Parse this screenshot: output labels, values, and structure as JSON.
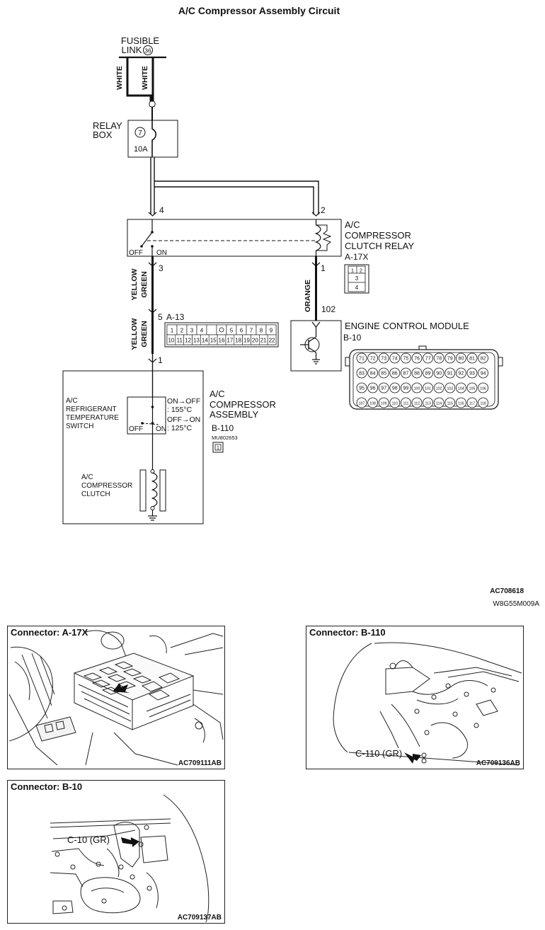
{
  "title": "A/C Compressor Assembly Circuit",
  "fusible_link": {
    "line1": "FUSIBLE",
    "line2": "LINK",
    "number": "36"
  },
  "wires": {
    "white_left": "WHITE",
    "white_right": "WHITE",
    "yellow_green_1a": "YELLOW",
    "yellow_green_1b": "GREEN",
    "yellow_green_2a": "YELLOW",
    "yellow_green_2b": "GREEN",
    "orange": "ORANGE"
  },
  "relay_box": {
    "line1": "RELAY",
    "line2": "BOX",
    "fuse_number": "7",
    "fuse_rating": "10A"
  },
  "relay": {
    "line1": "A/C",
    "line2": "COMPRESSOR",
    "line3": "CLUTCH RELAY",
    "connector": "A-17X",
    "pin_left_top": "4",
    "pin_right_top": "2",
    "pin_left_bottom": "3",
    "pin_right_bottom": "1",
    "off_label": "OFF",
    "on_label": "ON",
    "connector_pins": [
      "1",
      "2",
      "3",
      "4"
    ]
  },
  "joint_connector": {
    "id": "A-13",
    "pin_in": "5",
    "pin_out": "1",
    "pins_row1": [
      "1",
      "2",
      "3",
      "4",
      "",
      "",
      "5",
      "6",
      "7",
      "8",
      "9"
    ],
    "pins_row2": [
      "10",
      "11",
      "12",
      "13",
      "14",
      "15",
      "16",
      "17",
      "18",
      "19",
      "20",
      "21",
      "22"
    ]
  },
  "ecm": {
    "name": "ENGINE CONTROL MODULE",
    "connector": "B-10",
    "pin": "102",
    "rows": [
      [
        "71",
        "72",
        "73",
        "74",
        "75",
        "76",
        "77",
        "78",
        "79",
        "80",
        "81",
        "82"
      ],
      [
        "83",
        "84",
        "85",
        "86",
        "87",
        "88",
        "89",
        "90",
        "91",
        "92",
        "93",
        "94"
      ],
      [
        "95",
        "96",
        "97",
        "98",
        "99",
        "100",
        "101",
        "102",
        "103",
        "104",
        "105",
        "106"
      ],
      [
        "107",
        "108",
        "109",
        "110",
        "111",
        "112",
        "113",
        "114",
        "115",
        "116",
        "117",
        "118"
      ]
    ]
  },
  "compressor": {
    "line1": "A/C",
    "line2": "COMPRESSOR",
    "line3": "ASSEMBLY",
    "connector": "B-110",
    "part_number": "MU802653",
    "connector_pin": "1",
    "switch_label": [
      "A/C",
      "REFRIGERANT",
      "TEMPERATURE",
      "SWITCH"
    ],
    "switch_spec": [
      "ON→OFF",
      ": 155°C",
      "OFF→ON",
      ": 125°C"
    ],
    "off_label": "OFF",
    "on_label": "ON",
    "clutch_label": [
      "A/C",
      "COMPRESSOR",
      "CLUTCH"
    ]
  },
  "codes": {
    "diagram": "AC708618",
    "sheet": "W8G55M009A"
  },
  "panels": [
    {
      "title": "Connector: A-17X",
      "code": "AC709111AB"
    },
    {
      "title": "Connector: B-110",
      "code": "AC709136AB",
      "callout": "C-110 (GR)"
    },
    {
      "title": "Connector: B-10",
      "code": "AC709137AB",
      "callout": "C-10 (GR)"
    }
  ]
}
